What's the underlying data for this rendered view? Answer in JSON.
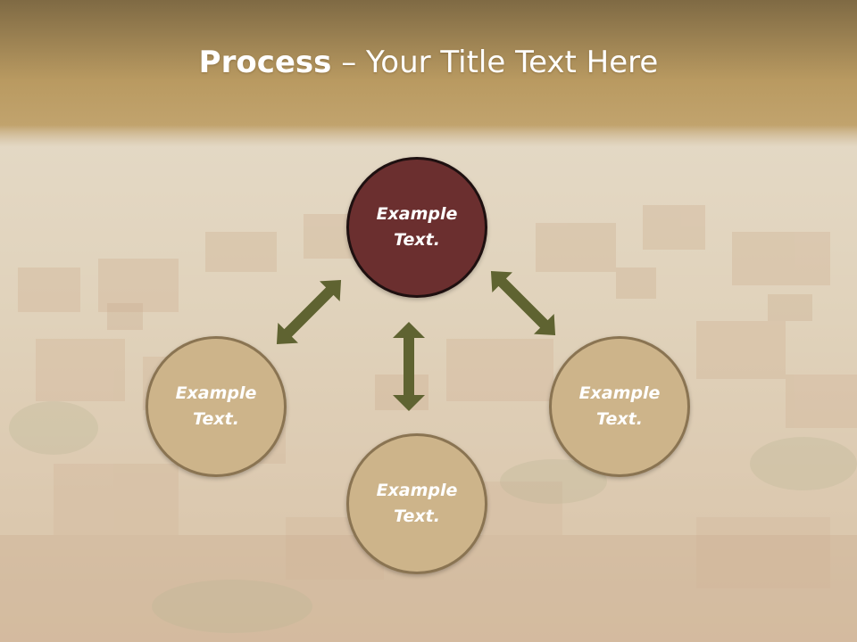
{
  "slide": {
    "title_bold": "Process",
    "title_separator": " – ",
    "title_rest": "Your Title Text Here"
  },
  "nodes": [
    {
      "id": "top",
      "text": "Example Text."
    },
    {
      "id": "left",
      "text": "Example Text."
    },
    {
      "id": "right",
      "text": "Example Text."
    },
    {
      "id": "bottom",
      "text": "Example Text."
    }
  ],
  "colors": {
    "header": "#b89a63",
    "accent_circle": "#6b2f2f",
    "circle_fill": "#cdb48a",
    "circle_border": "#8a7452",
    "arrow": "#5f6331"
  }
}
